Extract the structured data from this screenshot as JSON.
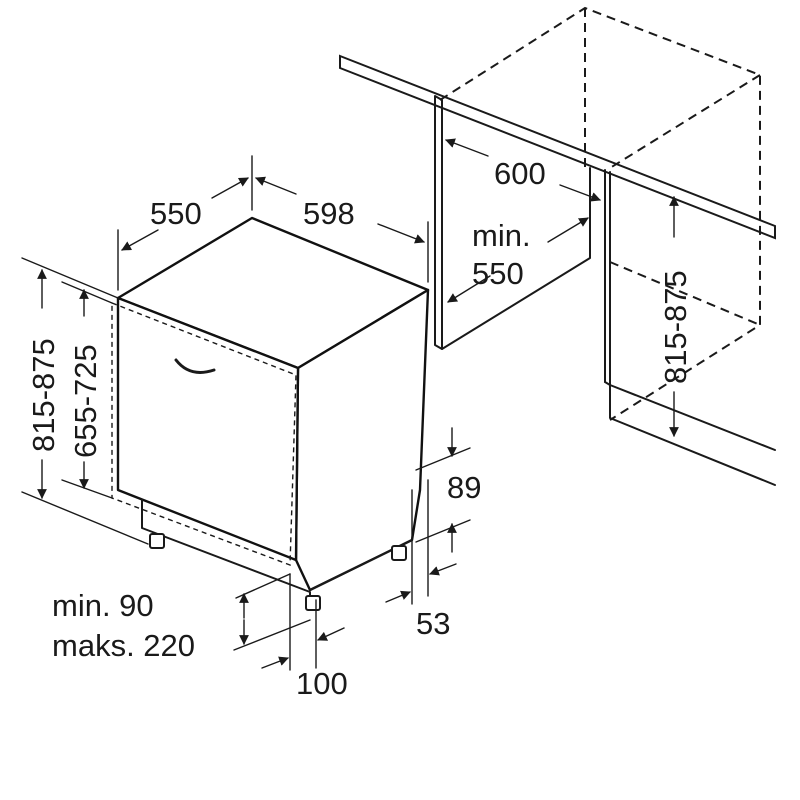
{
  "diagram": {
    "width_label": "598",
    "depth_label": "550",
    "niche_width_label": "600",
    "niche_depth_label_line1": "min.",
    "niche_depth_label_line2": "550",
    "niche_height_label": "815-875",
    "total_height_label": "815-875",
    "door_height_label": "655-725",
    "plinth_height_label": "89",
    "plinth_depth_label": "53",
    "toe_kick_label_line1": "min. 90",
    "toe_kick_label_line2": "maks. 220",
    "door_offset_label": "100"
  }
}
